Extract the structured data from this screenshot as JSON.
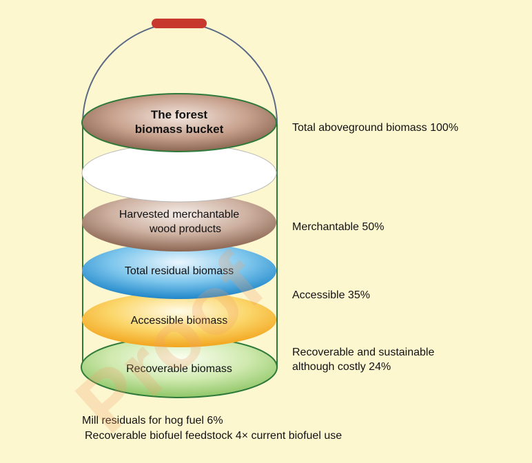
{
  "colors": {
    "background": "#fdf7cf",
    "handle": "#5a6a86",
    "handle_grip": "#c8392d",
    "bucket_outline": "#2e7a3b",
    "watermark": "#f2a06a"
  },
  "bucket": {
    "title_line1": "The forest",
    "title_line2": "biomass bucket",
    "layers": [
      {
        "label_line1": "",
        "label_line2": "",
        "style": "white"
      },
      {
        "label_line1": "Harvested merchantable",
        "label_line2": "wood products",
        "style": "brown"
      },
      {
        "label_line1": "Total residual biomass",
        "label_line2": "",
        "style": "blue"
      },
      {
        "label_line1": "Accessible biomass",
        "label_line2": "",
        "style": "yellow"
      },
      {
        "label_line1": "Recoverable biomass",
        "label_line2": "",
        "style": "green"
      }
    ]
  },
  "side_labels": {
    "total": "Total aboveground biomass 100%",
    "merchantable": "Merchantable 50%",
    "accessible": "Accessible 35%",
    "recoverable_line1": "Recoverable and sustainable",
    "recoverable_line2": "although costly 24%"
  },
  "notes": {
    "mill": "Mill residuals for hog fuel 6%",
    "feedstock": "Recoverable biofuel feedstock 4× current biofuel use"
  },
  "watermark": {
    "text": "Proof"
  }
}
